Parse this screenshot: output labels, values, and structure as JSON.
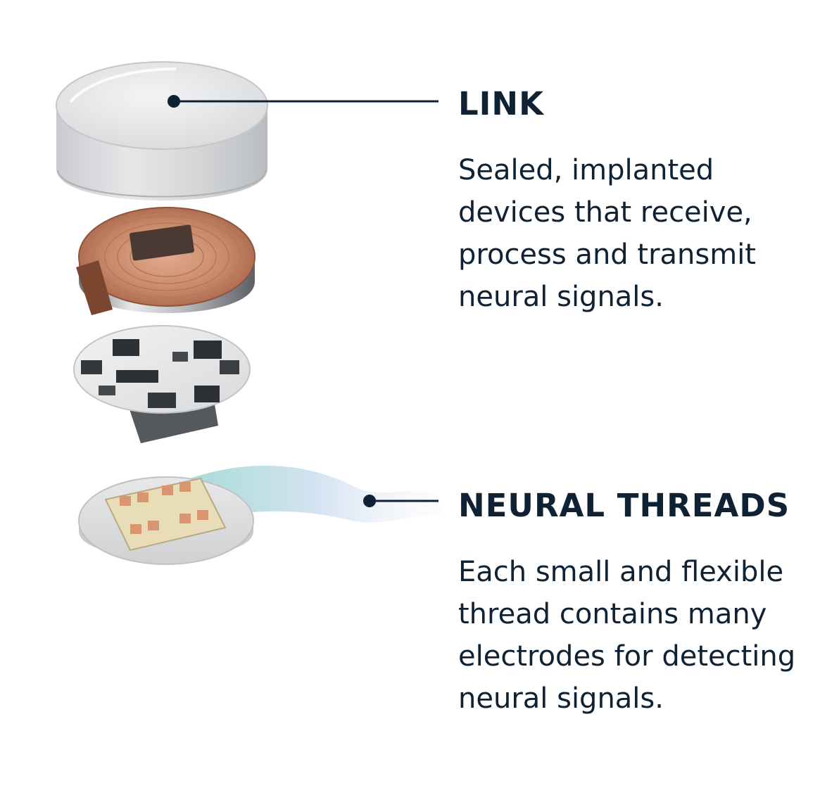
{
  "link": {
    "heading": "LINK",
    "description": "Sealed, implanted devices that receive, process and transmit neural signals."
  },
  "threads": {
    "heading": "NEURAL THREADS",
    "description": "Each small and flexible thread contains many electrodes for detecting neural signals."
  },
  "colors": {
    "text": "#0f2234",
    "copper": "#c8866a",
    "silver": "#c9cbcd"
  }
}
